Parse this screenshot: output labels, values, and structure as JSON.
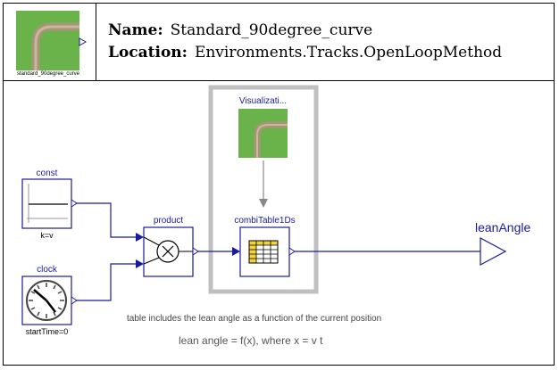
{
  "header": {
    "name_label": "Name:",
    "name_value": "Standard_90degree_curve",
    "location_label": "Location:",
    "location_value": "Environments.Tracks.OpenLoopMethod",
    "icon_caption": "standard_90degree_curve"
  },
  "blocks": {
    "const": {
      "label": "const",
      "param": "k=v"
    },
    "clock": {
      "label": "clock",
      "param": "startTime=0"
    },
    "product": {
      "label": "product"
    },
    "table": {
      "label": "combiTable1Ds"
    },
    "visualization": {
      "label": "Visualizati..."
    },
    "output": {
      "label": "leanAngle"
    }
  },
  "notes": {
    "line1": "table includes the lean angle as a function of the current position",
    "line2": "lean angle = f(x), where x = v t"
  },
  "colors": {
    "connector": "#1a1a9e",
    "grass": "#6ab34a",
    "track": "#a89478",
    "group_box": "#c0c0c0",
    "table_highlight": "#f3d23a"
  }
}
